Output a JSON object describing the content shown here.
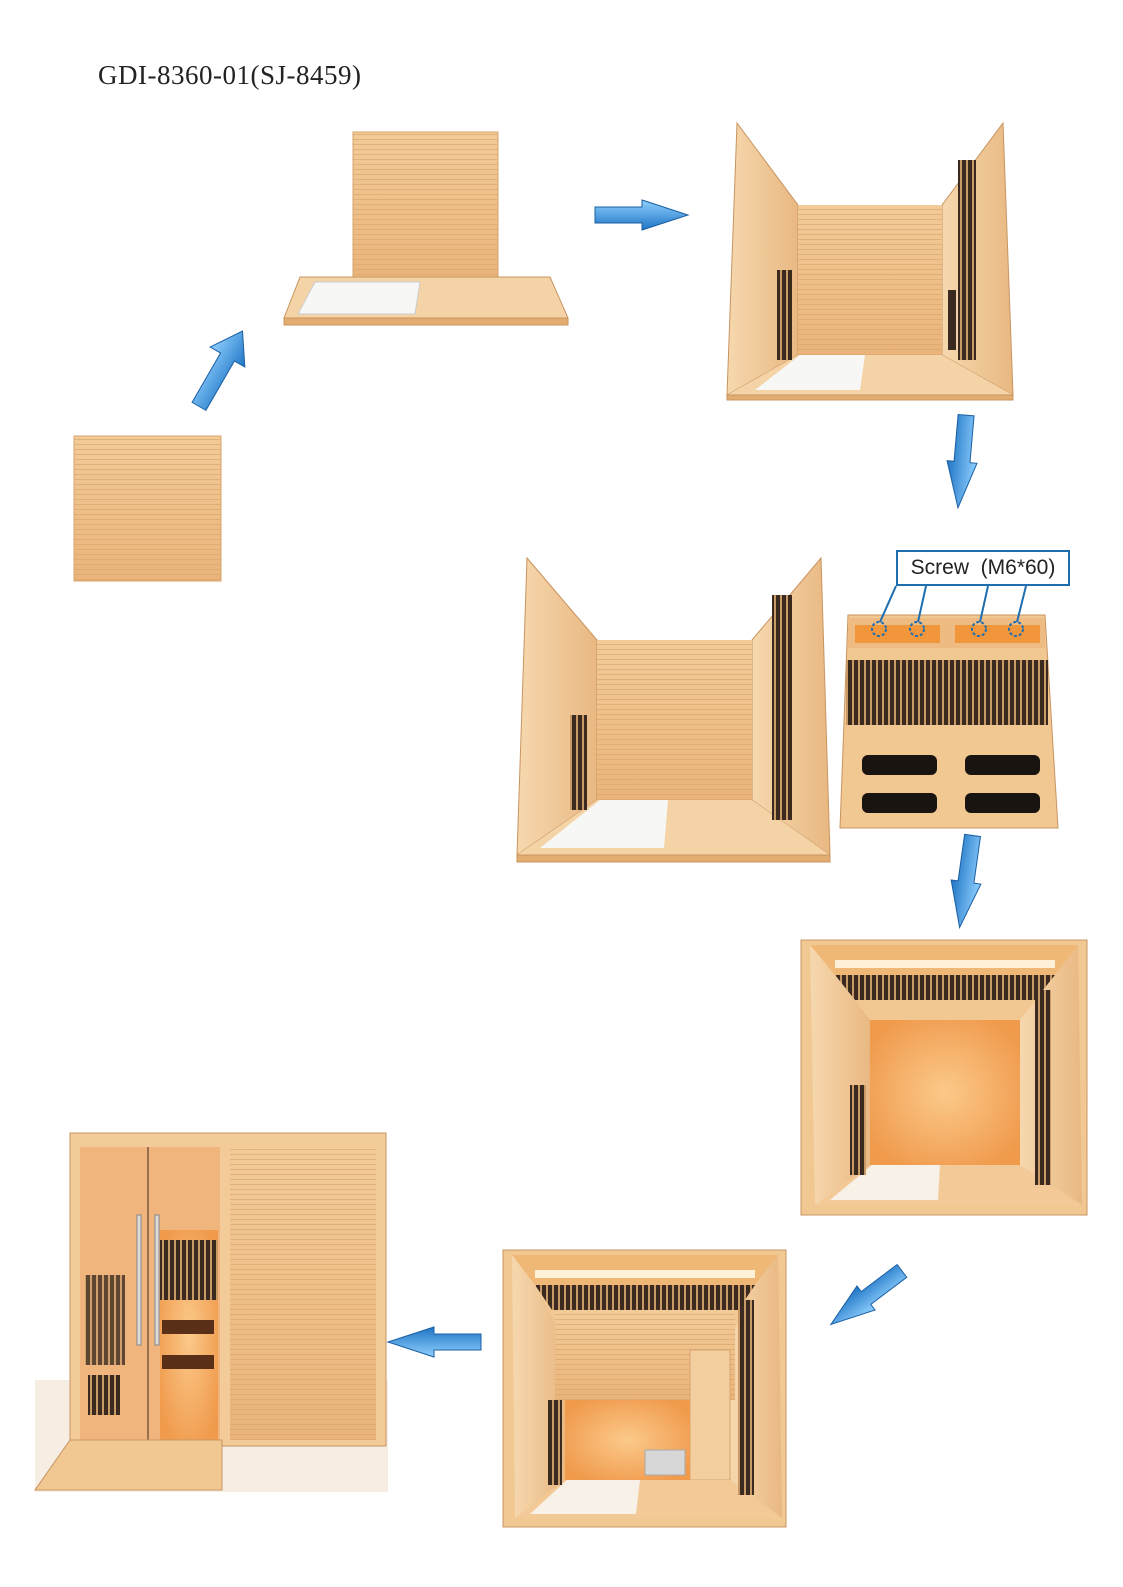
{
  "document": {
    "title": "GDI-8360-01(SJ-8459)",
    "screw_callout": "Screw  (M6*60)"
  },
  "steps": [
    {
      "name": "floor-panel"
    },
    {
      "name": "back-wall-on-floor"
    },
    {
      "name": "side-walls-installed"
    },
    {
      "name": "roof-panel-screwed"
    },
    {
      "name": "roof-installed-top-view"
    },
    {
      "name": "bench-installed-top-view"
    },
    {
      "name": "door-and-front-installed"
    }
  ],
  "colors": {
    "wood": "#f0c68e",
    "wood_dark": "#d9a36a",
    "glow": "#f7a04a",
    "arrow": "#3c95dd",
    "callout": "#1f6fb0"
  }
}
